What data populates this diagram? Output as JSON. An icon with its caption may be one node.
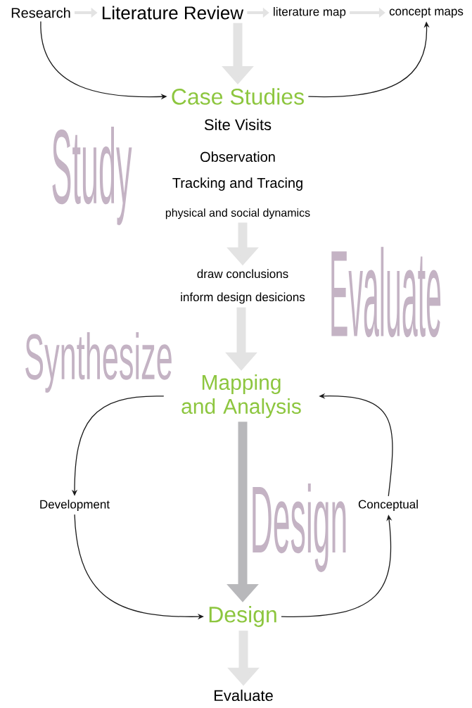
{
  "diagram": {
    "nodes": [
      {
        "text": [
          "Research"
        ]
      },
      {
        "text": [
          "Literature Review"
        ]
      },
      {
        "text": [
          "literature map"
        ]
      },
      {
        "text": [
          "concept maps"
        ]
      },
      {
        "text": [
          "Case Studies"
        ]
      },
      {
        "text": [
          "Site Visits",
          "Observation",
          "Tracking and Tracing",
          "physical and social dynamics"
        ]
      },
      {
        "text": [
          "draw conclusions",
          "inform design desicions"
        ]
      },
      {
        "text": [
          "Mapping and Analysis"
        ]
      },
      {
        "text": [
          "Development"
        ]
      },
      {
        "text": [
          "Conceptual"
        ]
      },
      {
        "text": [
          "Design"
        ]
      },
      {
        "text": [
          "Evaluate"
        ]
      }
    ],
    "edges": [
      {
        "from": 0,
        "to": 1,
        "arrow": "to"
      },
      {
        "from": 1,
        "to": 2,
        "arrow": "to"
      },
      {
        "from": 2,
        "to": 3,
        "arrow": "to"
      },
      {
        "from": 0,
        "to": 4,
        "arrow": "to",
        "color": "#1a1a1a"
      },
      {
        "from": 4,
        "to": 3,
        "arrow": "to",
        "color": "#1a1a1a"
      },
      {
        "from": 1,
        "to": 4,
        "arrow": "to",
        "style": "thick"
      },
      {
        "from": 5,
        "to": 6,
        "arrow": "to",
        "style": "thick"
      },
      {
        "from": 6,
        "to": 7,
        "arrow": "to",
        "style": "thick"
      },
      {
        "from": 7,
        "to": 8,
        "arrow": "to",
        "color": "#1a1a1a"
      },
      {
        "from": 8,
        "to": 10,
        "arrow": "to",
        "color": "#1a1a1a"
      },
      {
        "from": 10,
        "to": 9,
        "arrow": "to",
        "color": "#1a1a1a"
      },
      {
        "from": 9,
        "to": 7,
        "arrow": "to",
        "color": "#1a1a1a"
      },
      {
        "from": 7,
        "to": 10,
        "arrow": "to",
        "style": "thick",
        "color": "#b8b8bb"
      },
      {
        "from": 10,
        "to": 11,
        "arrow": "to",
        "style": "thick"
      }
    ],
    "labels": [
      "Study",
      "Evaluate",
      "Synthesize",
      "Design"
    ]
  }
}
